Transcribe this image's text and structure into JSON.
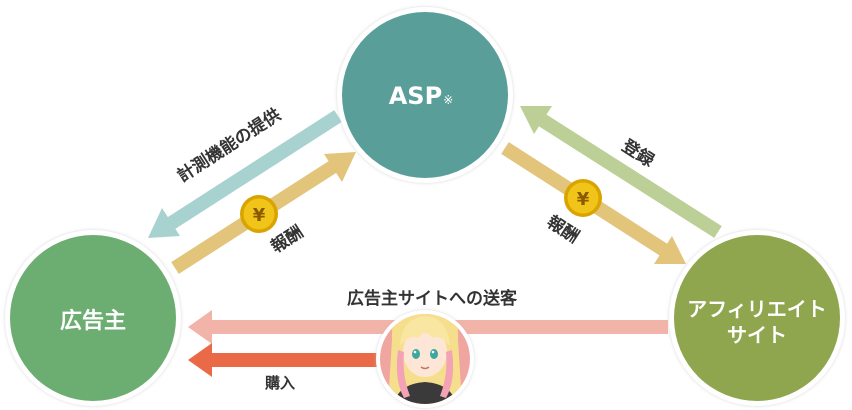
{
  "nodes": {
    "asp": {
      "label": "ASP",
      "mark": "※",
      "color": "#5a9e9a"
    },
    "advertiser": {
      "label": "広告主",
      "color": "#6cae72"
    },
    "affiliate": {
      "line1": "アフィリエイト",
      "line2": "サイト",
      "color": "#8fa64e"
    }
  },
  "edges": {
    "measurement": {
      "label": "計測機能の提供",
      "color": "#a8d2d0"
    },
    "reward_left": {
      "label": "報酬",
      "color": "#e2c47a"
    },
    "register": {
      "label": "登録",
      "color": "#bccf96"
    },
    "reward_right": {
      "label": "報酬",
      "color": "#e2c47a"
    },
    "referral": {
      "label": "広告主サイトへの送客",
      "color": "#f2b3a8"
    },
    "purchase": {
      "label": "購入",
      "color": "#ea6a48"
    }
  },
  "coin": {
    "symbol": "¥",
    "color": "#f0c419"
  },
  "person": {
    "icon": "avatar-girl-icon"
  }
}
